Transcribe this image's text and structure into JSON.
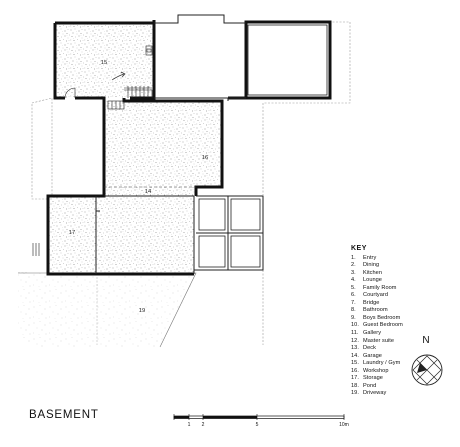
{
  "drawing": {
    "title": "BASEMENT",
    "north_label": "N",
    "room_labels": [
      "15",
      "16",
      "14",
      "17",
      "19"
    ],
    "scale_bar": {
      "tick_labels": [
        "1",
        "2",
        "5",
        "10m"
      ]
    }
  },
  "key": {
    "title": "KEY",
    "items": [
      {
        "num": "1.",
        "label": "Entry"
      },
      {
        "num": "2.",
        "label": "Dining"
      },
      {
        "num": "3.",
        "label": "Kitchen"
      },
      {
        "num": "4.",
        "label": "Lounge"
      },
      {
        "num": "5.",
        "label": "Family Room"
      },
      {
        "num": "6.",
        "label": "Courtyard"
      },
      {
        "num": "7.",
        "label": "Bridge"
      },
      {
        "num": "8.",
        "label": "Bathroom"
      },
      {
        "num": "9.",
        "label": "Boys Bedroom"
      },
      {
        "num": "10.",
        "label": "Guest Bedroom"
      },
      {
        "num": "11.",
        "label": "Gallery"
      },
      {
        "num": "12.",
        "label": "Master suite"
      },
      {
        "num": "13.",
        "label": "Deck"
      },
      {
        "num": "14.",
        "label": "Garage"
      },
      {
        "num": "15.",
        "label": "Laundry / Gym"
      },
      {
        "num": "16.",
        "label": "Workshop"
      },
      {
        "num": "17.",
        "label": "Storage"
      },
      {
        "num": "18.",
        "label": "Pond"
      },
      {
        "num": "19.",
        "label": "Driveway"
      }
    ]
  }
}
